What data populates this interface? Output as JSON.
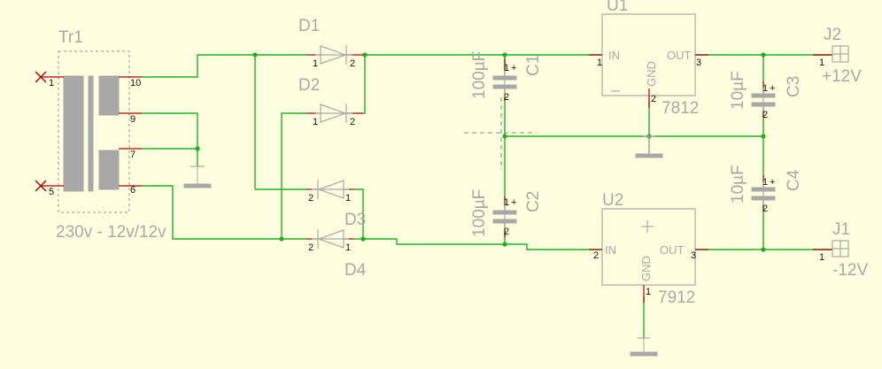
{
  "components": {
    "tr1": {
      "ref": "Tr1",
      "value": "230v - 12v/12v",
      "pins": [
        "1",
        "5",
        "10",
        "9",
        "7",
        "6"
      ]
    },
    "d1": {
      "ref": "D1",
      "pins": [
        "1",
        "2"
      ]
    },
    "d2": {
      "ref": "D2",
      "pins": [
        "1",
        "2"
      ]
    },
    "d3": {
      "ref": "D3",
      "pins": [
        "2",
        "1"
      ]
    },
    "d4": {
      "ref": "D4",
      "pins": [
        "2",
        "1"
      ]
    },
    "c1": {
      "ref": "C1",
      "value": "100µF",
      "pins": [
        "1",
        "2"
      ],
      "plus": "+"
    },
    "c2": {
      "ref": "C2",
      "value": "100µF",
      "pins": [
        "1",
        "2"
      ],
      "plus": "+"
    },
    "c3": {
      "ref": "C3",
      "value": "10µF",
      "pins": [
        "1",
        "2"
      ],
      "plus": "+"
    },
    "c4": {
      "ref": "C4",
      "value": "10µF",
      "pins": [
        "1",
        "2"
      ],
      "plus": "+"
    },
    "u1": {
      "ref": "U1",
      "value": "7812",
      "in": "IN",
      "out": "OUT",
      "gnd": "GND",
      "pins": [
        "1",
        "3",
        "2"
      ]
    },
    "u2": {
      "ref": "U2",
      "value": "7912",
      "in": "IN",
      "out": "OUT",
      "gnd": "GND",
      "pins": [
        "2",
        "3",
        "1"
      ]
    },
    "j1": {
      "ref": "J1",
      "value": "-12V",
      "pin": "1"
    },
    "j2": {
      "ref": "J2",
      "value": "+12V",
      "pin": "1"
    }
  },
  "colors": {
    "background": "#ffffe0",
    "wire": "#1fb01f",
    "pin": "#b00000",
    "component": "#a8a8a8"
  }
}
